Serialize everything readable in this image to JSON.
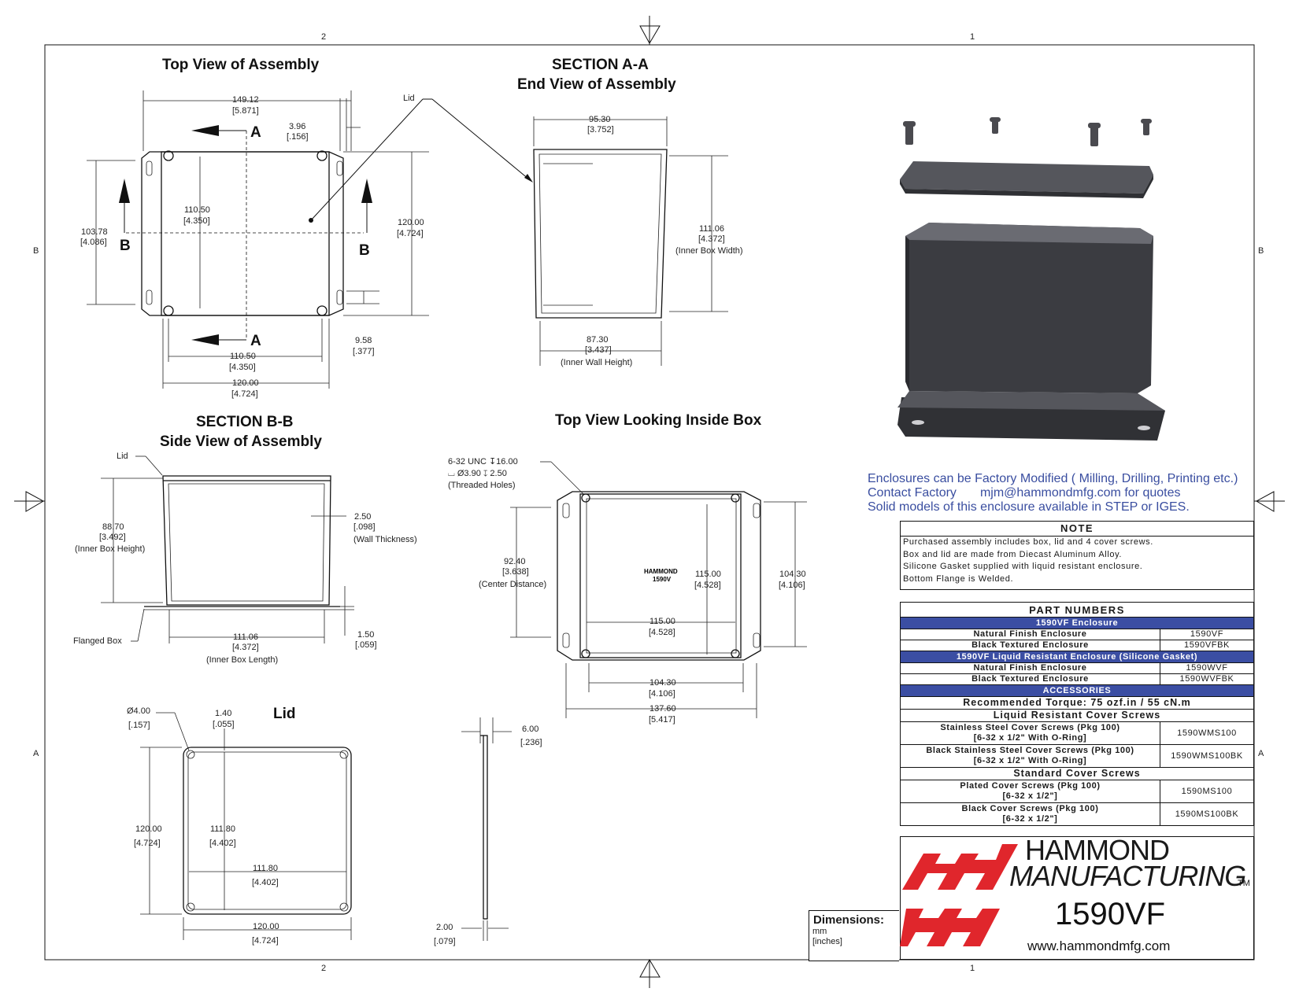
{
  "border": {
    "zones_top": [
      "2",
      "1"
    ],
    "zones_bottom": [
      "2",
      "1"
    ],
    "zones_left": [
      "B",
      "A"
    ],
    "zones_right": [
      "B",
      "A"
    ]
  },
  "views": {
    "top_assembly": {
      "title": "Top View of Assembly",
      "dims": {
        "width_overall": [
          "149.12",
          "[5.871]"
        ],
        "lip": [
          "3.96",
          "[.156]"
        ],
        "flange_height": [
          "103.78",
          "[4.086]"
        ],
        "inner": [
          "110.50",
          "[4.350]"
        ],
        "height": [
          "120.00",
          "[4.724]"
        ],
        "slot": [
          "9.58",
          "[.377]"
        ],
        "bottom_inner": [
          "110.50",
          "[4.350]"
        ],
        "bottom_outer": [
          "120.00",
          "[4.724]"
        ]
      },
      "section_a": "A",
      "section_b": "B",
      "lid_callout": "Lid"
    },
    "section_aa": {
      "title_1": "SECTION A-A",
      "title_2": "End View of Assembly",
      "dims": {
        "width": [
          "95.30",
          "[3.752]"
        ],
        "inner_width": [
          "111.06",
          "[4.372]",
          "(Inner Box Width)"
        ],
        "inner_wall": [
          "87.30",
          "[3.437]",
          "(Inner Wall Height)"
        ]
      }
    },
    "section_bb": {
      "title_1": "SECTION B-B",
      "title_2": "Side View of Assembly",
      "lid_callout": "Lid",
      "flange_callout": "Flanged Box",
      "dims": {
        "inner_height": [
          "88.70",
          "[3.492]",
          "(Inner Box Height)"
        ],
        "wall": [
          "2.50",
          "[.098]",
          "(Wall Thickness)"
        ],
        "flange": [
          "1.50",
          "[.059]"
        ],
        "inner_length": [
          "111.06",
          "[4.372]",
          "(Inner Box Length)"
        ]
      }
    },
    "inside_box": {
      "title": "Top View Looking Inside Box",
      "thread_callout": [
        "6-32 UNC ↧16.00",
        "⌴ Ø3.90 ↧ 2.50",
        "(Threaded Holes)"
      ],
      "logo_text": [
        "HAMMOND",
        "1590V"
      ],
      "dims": {
        "center": [
          "92.40",
          "[3.638]",
          "(Center Distance)"
        ],
        "inner_h": [
          "115.00",
          "[4.528]"
        ],
        "outer_h": [
          "104.30",
          "[4.106]"
        ],
        "inner_w": [
          "115.00",
          "[4.528]"
        ],
        "hole_w": [
          "104.30",
          "[4.106]"
        ],
        "overall_w": [
          "137.60",
          "[5.417]"
        ]
      }
    },
    "lid": {
      "title": "Lid",
      "dims": {
        "hole": [
          "Ø4.00",
          "[.157]"
        ],
        "edge": [
          "1.40",
          "[.055]"
        ],
        "height": [
          "120.00",
          "[4.724]"
        ],
        "inner_h": [
          "111.80",
          "[4.402]"
        ],
        "inner_w": [
          "111.80",
          "[4.402]"
        ],
        "width": [
          "120.00",
          "[4.724]"
        ],
        "thick": [
          "6.00",
          "[.236]"
        ],
        "plate": [
          "2.00",
          "[.079]"
        ]
      }
    }
  },
  "modification_note": {
    "line1": "Enclosures can be Factory Modified ( Milling, Drilling, Printing etc.)",
    "line2a": "Contact Factory",
    "line2b": "mjm@hammondmfg.com for quotes",
    "line3": "Solid models of this enclosure available in STEP or IGES."
  },
  "note": {
    "header": "NOTE",
    "lines": [
      "Purchased assembly includes box, lid and 4 cover screws.",
      "Box and lid are made from Diecast Aluminum Alloy.",
      "Silicone Gasket supplied with liquid resistant enclosure.",
      "Bottom Flange is Welded."
    ]
  },
  "parts": {
    "header": "PART NUMBERS",
    "band1": "1590VF Enclosure",
    "r1": {
      "name": "Natural Finish Enclosure",
      "pn": "1590VF"
    },
    "r2": {
      "name": "Black Textured Enclosure",
      "pn": "1590VFBK"
    },
    "band2": "1590VF Liquid Resistant Enclosure (Silicone Gasket)",
    "r3": {
      "name": "Natural Finish Enclosure",
      "pn": "1590WVF"
    },
    "r4": {
      "name": "Black Textured Enclosure",
      "pn": "1590WVFBK"
    },
    "band3": "ACCESSORIES",
    "torque": "Recommended Torque: 75 ozf.in / 55 cN.m",
    "sub1": "Liquid Resistant Cover Screws",
    "r5": {
      "name1": "Stainless Steel Cover Screws (Pkg 100)",
      "name2": "[6-32 x 1/2\" With O-Ring]",
      "pn": "1590WMS100"
    },
    "r6": {
      "name1": "Black Stainless Steel Cover Screws (Pkg 100)",
      "name2": "[6-32 x 1/2\" With O-Ring]",
      "pn": "1590WMS100BK"
    },
    "sub2": "Standard Cover Screws",
    "r7": {
      "name1": "Plated Cover Screws (Pkg 100)",
      "name2": "[6-32 x 1/2\"]",
      "pn": "1590MS100"
    },
    "r8": {
      "name1": "Black Cover Screws (Pkg 100)",
      "name2": "[6-32 x 1/2\"]",
      "pn": "1590MS100BK"
    }
  },
  "title_block": {
    "brand_1": "HAMMOND",
    "brand_2": "MANUFACTURING",
    "tm": "TM",
    "model": "1590VF",
    "web": "www.hammondmfg.com",
    "dims_label": "Dimensions:",
    "dims_mm": "mm",
    "dims_in": "[inches]",
    "logo_color": "#e0262c"
  }
}
